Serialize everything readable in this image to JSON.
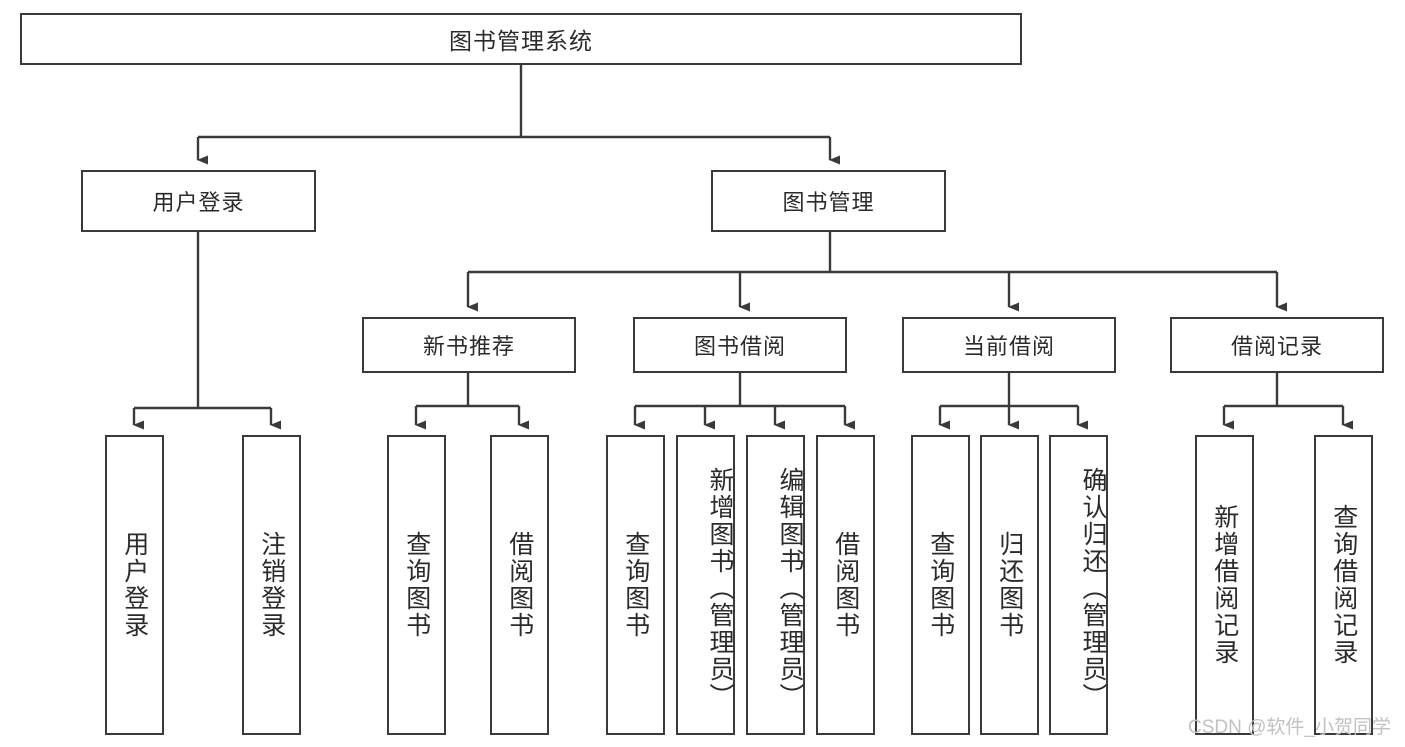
{
  "diagram": {
    "type": "tree-hierarchy-chart",
    "title": "图书管理系统",
    "orientation": "top-down",
    "colors": {
      "border": "#3a3a3a",
      "background": "#ffffff",
      "text": "#2b2b2b",
      "edge": "#3a3a3a",
      "watermark": "#c2c2c2"
    },
    "root": {
      "label": "图书管理系统"
    },
    "level2": [
      {
        "id": "user-login",
        "label": "用户登录"
      },
      {
        "id": "book-management",
        "label": "图书管理"
      }
    ],
    "level3": [
      {
        "id": "new-book-recommend",
        "label": "新书推荐",
        "parent": "book-management"
      },
      {
        "id": "book-borrow",
        "label": "图书借阅",
        "parent": "book-management"
      },
      {
        "id": "current-borrow",
        "label": "当前借阅",
        "parent": "book-management"
      },
      {
        "id": "borrow-record",
        "label": "借阅记录",
        "parent": "book-management"
      }
    ],
    "leaves": {
      "user_login": [
        {
          "id": "leaf-user-login",
          "label": "用户登录"
        },
        {
          "id": "leaf-logout-login",
          "label": "注销登录"
        }
      ],
      "new_book_recommend": [
        {
          "id": "leaf-query-book-1",
          "label": "查询图书"
        },
        {
          "id": "leaf-borrow-book-1",
          "label": "借阅图书"
        }
      ],
      "book_borrow": [
        {
          "id": "leaf-query-book-2",
          "label": "查询图书"
        },
        {
          "id": "leaf-add-book",
          "label": "新增图书（管理员）"
        },
        {
          "id": "leaf-edit-book",
          "label": "编辑图书（管理员）"
        },
        {
          "id": "leaf-borrow-book-2",
          "label": "借阅图书"
        }
      ],
      "current_borrow": [
        {
          "id": "leaf-query-book-3",
          "label": "查询图书"
        },
        {
          "id": "leaf-return-book",
          "label": "归还图书"
        },
        {
          "id": "leaf-confirm-return",
          "label": "确认归还（管理员）"
        }
      ],
      "borrow_record": [
        {
          "id": "leaf-add-record",
          "label": "新增借阅记录"
        },
        {
          "id": "leaf-query-record",
          "label": "查询借阅记录"
        }
      ]
    }
  },
  "watermark": {
    "text": "CSDN @软件_小贺同学"
  }
}
